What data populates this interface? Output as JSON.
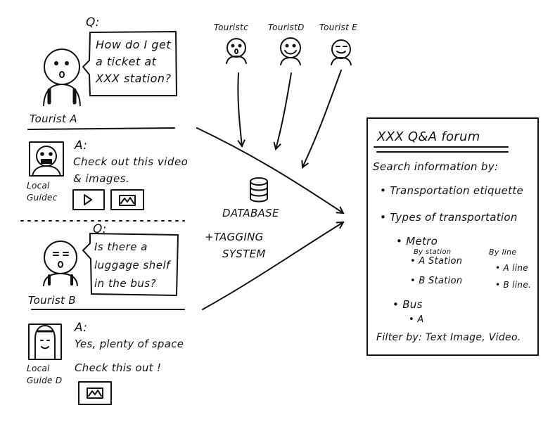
{
  "top_tourists": [
    "Touristc",
    "TouristD",
    "Tourist E"
  ],
  "scenario1": {
    "q_label": "Q:",
    "question": [
      "How do I get",
      "a ticket at",
      "XXX station?"
    ],
    "tourist_label": "Tourist A",
    "a_label": "A:",
    "answer": [
      "Check out this video",
      "& images."
    ],
    "guide_label": [
      "Local",
      "Guidec"
    ]
  },
  "scenario2": {
    "q_label": "Q:",
    "question": [
      "Is there a",
      "luggage shelf",
      "in the bus?"
    ],
    "tourist_label": "Tourist B",
    "a_label": "A:",
    "answer": [
      "Yes, plenty of space",
      "Check this out !"
    ],
    "guide_label": [
      "Local",
      "Guide D"
    ]
  },
  "center": {
    "database": "DATABASE",
    "tagging": [
      "+TAGGING",
      "SYSTEM"
    ]
  },
  "forum": {
    "title": "XXX Q&A forum",
    "search_label": "Search information by:",
    "items": [
      "• Transportation etiquette",
      "• Types of transportation"
    ],
    "metro": "• Metro",
    "by_station": "By station",
    "by_line": "By line",
    "stations": [
      "• A  Station",
      "• B  Station"
    ],
    "lines": [
      "• A line",
      "• B line."
    ],
    "bus": "• Bus",
    "bus_item": "• A",
    "filter": "Filter by: Text Image, Video."
  }
}
